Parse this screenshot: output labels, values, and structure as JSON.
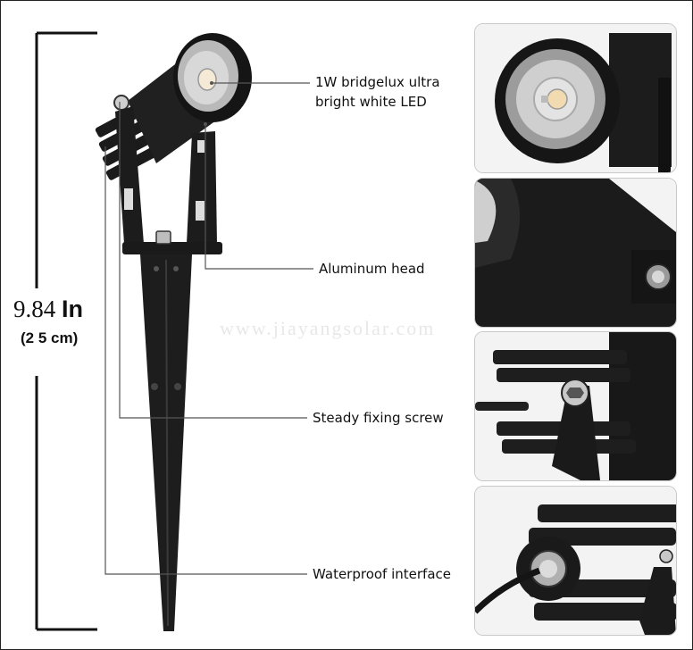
{
  "watermark": "www.jiayangsolar.com",
  "dimension": {
    "value": "9.84",
    "unit": "In",
    "metric": "(2 5 cm)"
  },
  "callouts": [
    {
      "id": "led",
      "line1": "1W bridgelux ultra",
      "line2": "bright white LED"
    },
    {
      "id": "head",
      "line1": "Aluminum head"
    },
    {
      "id": "screw",
      "line1": "Steady fixing screw"
    },
    {
      "id": "interface",
      "line1": "Waterproof interface"
    }
  ],
  "detail_panels": [
    {
      "id": "led-closeup",
      "icon": "led-lens-icon"
    },
    {
      "id": "head-closeup",
      "icon": "aluminum-head-icon"
    },
    {
      "id": "screw-closeup",
      "icon": "fixing-screw-icon"
    },
    {
      "id": "interface-closeup",
      "icon": "waterproof-connector-icon"
    }
  ],
  "colors": {
    "product_black": "#1a1a1a",
    "lens_ring": "#b9b9b9",
    "lens_center": "#f4ead5",
    "line": "#555555"
  }
}
